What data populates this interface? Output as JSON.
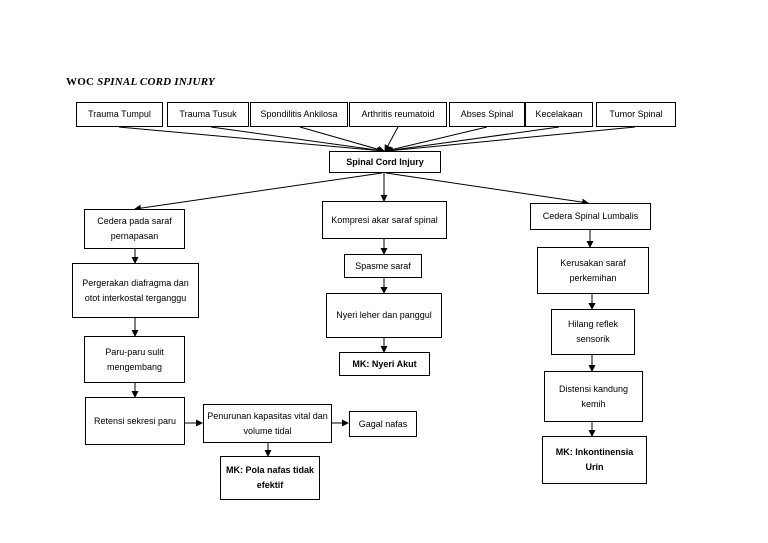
{
  "title": {
    "prefix": "WOC ",
    "emphasis": "SPINAL CORD INJURY"
  },
  "causes": [
    "Trauma Tumpul",
    "Trauma Tusuk",
    "Spondilitis Ankilosa",
    "Arthritis reumatoid",
    "Abses Spinal",
    "Kecelakaan",
    "Tumor Spinal"
  ],
  "center": "Spinal Cord Injury",
  "left": {
    "b1": "Cedera pada saraf pernapasan",
    "b2": "Pergerakan diafragma dan otot interkostal terganggu",
    "b3": "Paru-paru sulit mengembang",
    "b4": "Retensi sekresi paru",
    "b5": "Penurunan kapasitas vital dan volume tidal",
    "b6": "Gagal nafas",
    "mk": "MK: Pola nafas tidak efektif"
  },
  "middle": {
    "b1": "Kompresi akar saraf spinal",
    "b2": "Spasme saraf",
    "b3": "Nyeri leher dan panggul",
    "mk": "MK: Nyeri Akut"
  },
  "right": {
    "b1": "Cedera Spinal Lumbalis",
    "b2": "Kerusakan saraf perkemihan",
    "b3": "Hilang reflek sensorik",
    "b4": "Distensi kandung kemih",
    "mk": "MK: Inkontinensia Urin"
  }
}
